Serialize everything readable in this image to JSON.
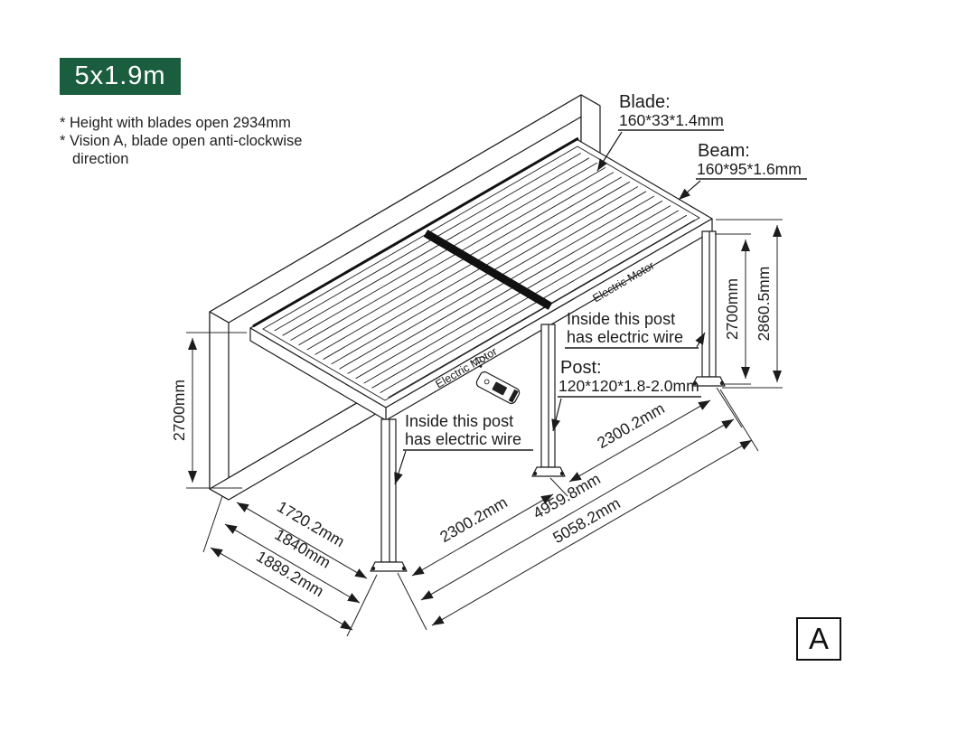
{
  "badge": {
    "label": "5x1.9m",
    "bg_color": "#1b5e3f",
    "text_color": "#ffffff"
  },
  "notes": {
    "line1": "* Height with blades open 2934mm",
    "line2": "* Vision A, blade open anti-clockwise",
    "line3": "direction"
  },
  "callouts": {
    "blade": {
      "title": "Blade:",
      "spec": "160*33*1.4mm"
    },
    "beam": {
      "title": "Beam:",
      "spec": "160*95*1.6mm"
    },
    "post": {
      "title": "Post:",
      "spec": "120*120*1.8-2.0mm"
    },
    "wire_right": {
      "line1": "Inside this post",
      "line2": "has electric wire"
    },
    "wire_left": {
      "line1": "Inside this post",
      "line2": "has electric wire"
    },
    "motor_right": "Electric Motor",
    "motor_left": "Electric Motor"
  },
  "dimensions": {
    "height_left": "2700mm",
    "height_right_inner": "2700mm",
    "height_right_outer": "2860.5mm",
    "depth_inner": "1720.2mm",
    "depth_mid": "1840mm",
    "depth_outer": "1889.2mm",
    "bay_left": "2300.2mm",
    "bay_right": "2300.2mm",
    "width_inner": "4959.8mm",
    "width_overall": "5058.2mm"
  },
  "view_label": "A",
  "colors": {
    "line": "#1c1c1c",
    "dimension": "#2a2a2a",
    "badge_green": "#1b5e3f"
  }
}
